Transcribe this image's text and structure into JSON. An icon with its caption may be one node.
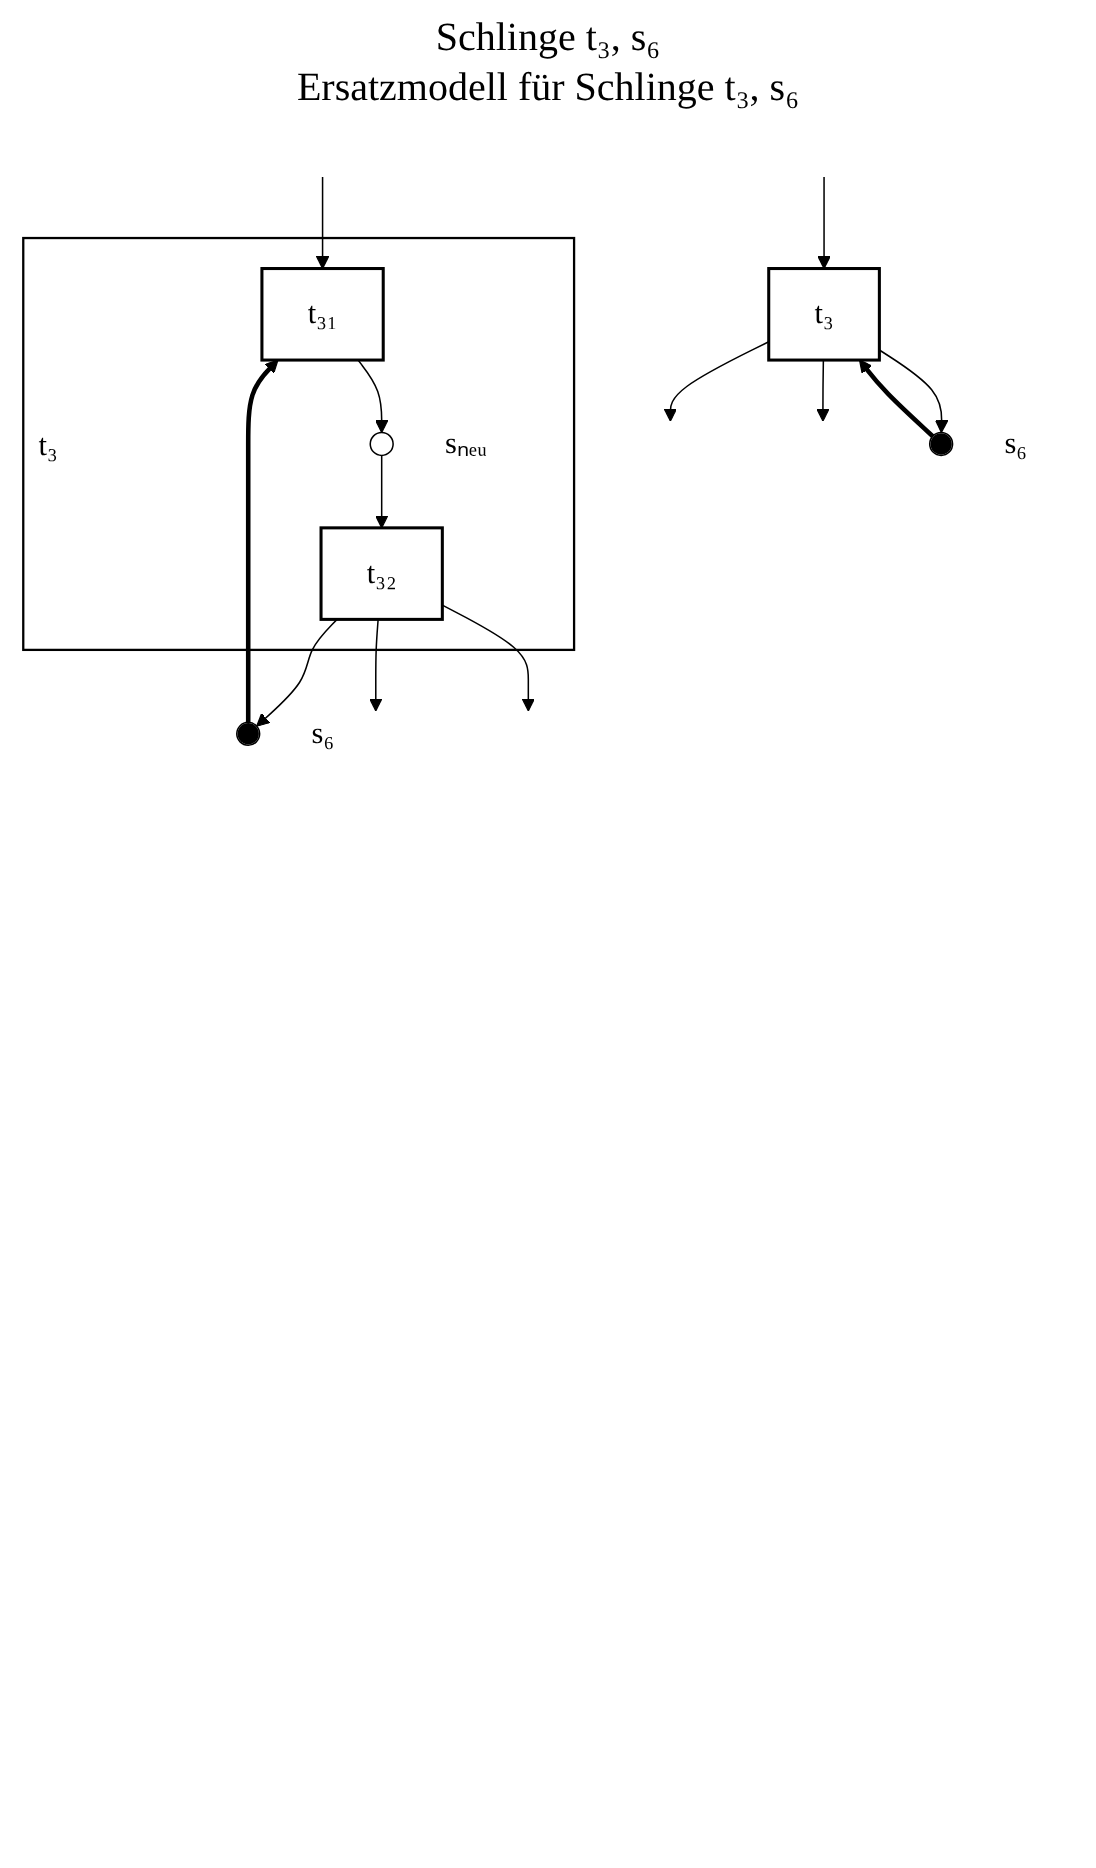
{
  "diagram": {
    "nodes": [
      {
        "text": [
          "t₃"
        ]
      },
      {
        "text": [],
        "shape": "circle",
        "beside": [
          "s₆"
        ]
      },
      {
        "text": [
          "t₃"
        ]
      },
      {
        "text": [
          "t₃₁"
        ],
        "in": 2
      },
      {
        "text": [],
        "shape": "circle",
        "beside": [
          "sₙₑᵤ"
        ],
        "in": 2
      },
      {
        "text": [
          "t₃₂"
        ],
        "in": 2
      },
      {
        "text": [],
        "shape": "circle",
        "beside": [
          "s₆"
        ]
      }
    ],
    "edges": [
      {
        "from": null,
        "to": 0,
        "arrow": "to"
      },
      {
        "from": 0,
        "to": 1,
        "arrow": "to"
      },
      {
        "from": 1,
        "to": 0,
        "arrow": "to",
        "style": "thick"
      },
      {
        "from": 0,
        "to": null,
        "arrow": "to"
      },
      {
        "from": 0,
        "to": null,
        "arrow": "to"
      },
      {
        "from": null,
        "to": 3,
        "arrow": "to"
      },
      {
        "from": 6,
        "to": 3,
        "arrow": "to",
        "style": "thick"
      },
      {
        "from": 3,
        "to": 4,
        "arrow": "to"
      },
      {
        "from": 4,
        "to": 5,
        "arrow": "to"
      },
      {
        "from": 5,
        "to": 6,
        "arrow": "to"
      },
      {
        "from": 5,
        "to": null,
        "arrow": "to"
      },
      {
        "from": 5,
        "to": null,
        "arrow": "to"
      }
    ],
    "labels": [
      "Schlinge t₃, s₆",
      "Ersatzmodell für Schlinge t₃, s₆"
    ]
  }
}
